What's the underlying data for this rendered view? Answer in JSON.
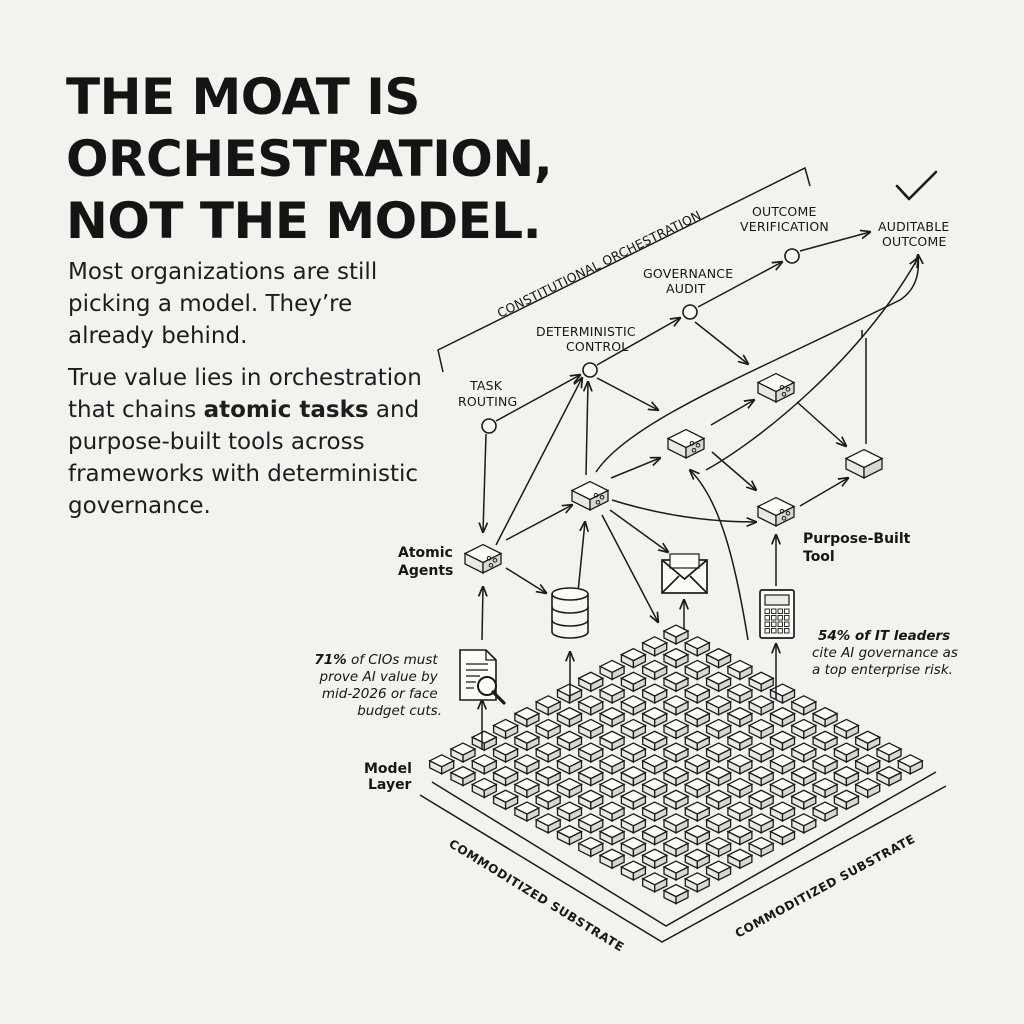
{
  "headline": {
    "line1": "THE MOAT IS",
    "line2": "ORCHESTRATION,",
    "line3": "NOT THE MODEL."
  },
  "intro": {
    "para1": "Most organizations are still picking a model. They’re already behind.",
    "para2_before": "True value lies in orchestration that chains ",
    "para2_bold": "atomic tasks",
    "para2_after": " and purpose-built tools across frameworks with deterministic governance."
  },
  "pipeline": {
    "bracket_label": "CONSTITUTIONAL ORCHESTRATION",
    "task_routing": [
      "TASK",
      "ROUTING"
    ],
    "deterministic_control": [
      "DETERMINISTIC",
      "CONTROL"
    ],
    "governance_audit": [
      "GOVERNANCE",
      "AUDIT"
    ],
    "outcome_verification": [
      "OUTCOME",
      "VERIFICATION"
    ],
    "auditable_outcome": [
      "AUDITABLE",
      "OUTCOME"
    ]
  },
  "labels": {
    "atomic_agents": [
      "Atomic",
      "Agents"
    ],
    "purpose_built_tool": [
      "Purpose-Built",
      "Tool"
    ],
    "model_layer": [
      "Model",
      "Layer"
    ]
  },
  "stats": {
    "cio_highlight": "71%",
    "cio_rest_1": " of CIOs must",
    "cio_2": "prove AI value by",
    "cio_3": "mid-2026 or face",
    "cio_4": "budget cuts.",
    "it_highlight": "54% of IT leaders",
    "it_2": "cite AI governance as",
    "it_3": "a top enterprise risk."
  },
  "substrate": {
    "left": "COMMODITIZED SUBSTRATE",
    "right": "COMMODITIZED SUBSTRATE"
  },
  "icons": [
    "check-icon",
    "network-cube-icon",
    "database-icon",
    "envelope-icon",
    "calculator-icon",
    "document-search-icon"
  ]
}
